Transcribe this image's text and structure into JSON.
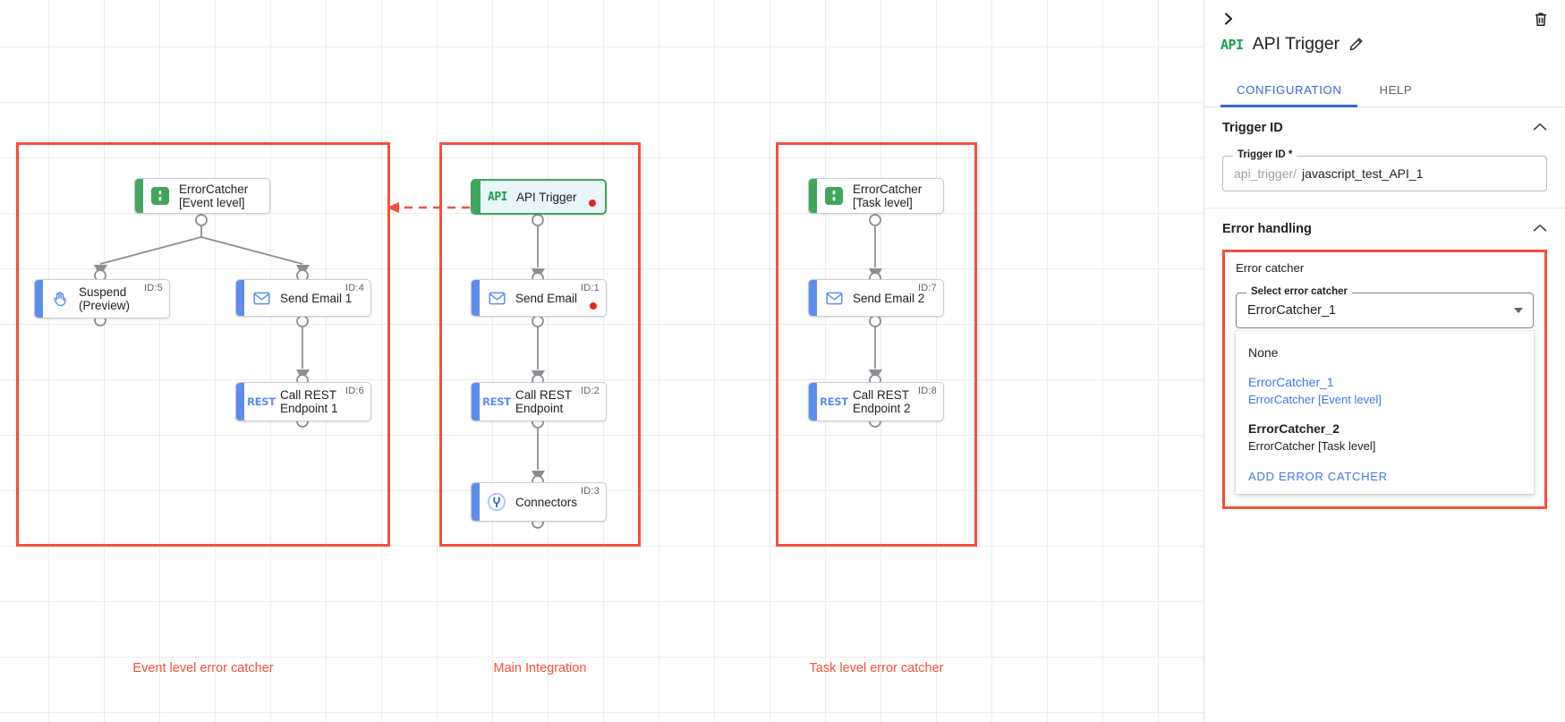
{
  "canvas": {
    "groups": [
      {
        "label": "Event level error catcher"
      },
      {
        "label": "Main Integration"
      },
      {
        "label": "Task level error catcher"
      }
    ],
    "nodes": [
      {
        "key": "errorcatcher_event",
        "title": "ErrorCatcher\n[Event level]",
        "icon": "error-catcher-icon",
        "id": "",
        "error": false
      },
      {
        "key": "suspend",
        "title": "Suspend\n(Preview)",
        "icon": "hand-icon",
        "id": "ID:5",
        "error": false
      },
      {
        "key": "send_email_1",
        "title": "Send Email 1",
        "icon": "envelope-icon",
        "id": "ID:4",
        "error": false
      },
      {
        "key": "call_rest_1",
        "title": "Call REST\nEndpoint 1",
        "icon": "rest-icon",
        "id": "ID:6",
        "error": false
      },
      {
        "key": "api_trigger",
        "title": "API Trigger",
        "icon": "api-icon",
        "id": "",
        "error": true
      },
      {
        "key": "send_email",
        "title": "Send Email",
        "icon": "envelope-icon",
        "id": "ID:1",
        "error": true
      },
      {
        "key": "call_rest",
        "title": "Call REST\nEndpoint",
        "icon": "rest-icon",
        "id": "ID:2",
        "error": false
      },
      {
        "key": "connectors",
        "title": "Connectors",
        "icon": "connectors-icon",
        "id": "ID:3",
        "error": false
      },
      {
        "key": "errorcatcher_task",
        "title": "ErrorCatcher\n[Task level]",
        "icon": "error-catcher-icon",
        "id": "",
        "error": false
      },
      {
        "key": "send_email_2",
        "title": "Send Email 2",
        "icon": "envelope-icon",
        "id": "ID:7",
        "error": false
      },
      {
        "key": "call_rest_2",
        "title": "Call REST\nEndpoint 2",
        "icon": "rest-icon",
        "id": "ID:8",
        "error": false
      }
    ],
    "rest_icon_label": "REST",
    "api_icon_label": "API"
  },
  "panel": {
    "collapse_icon": "chevron-right-icon",
    "delete_icon": "trash-icon",
    "title": "API Trigger",
    "title_icon": "api-icon",
    "edit_icon": "pencil-icon",
    "tabs": [
      {
        "label": "CONFIGURATION",
        "active": true
      },
      {
        "label": "HELP",
        "active": false
      }
    ],
    "trigger_id_section": {
      "title": "Trigger ID",
      "field_label": "Trigger ID *",
      "prefix": "api_trigger/",
      "value": "javascript_test_API_1"
    },
    "error_handling_section": {
      "title": "Error handling",
      "error_catcher_label": "Error catcher",
      "select_label": "Select error catcher",
      "selected_value": "ErrorCatcher_1",
      "options": [
        {
          "main": "None",
          "sub": "",
          "selected": false,
          "bold": false
        },
        {
          "main": "ErrorCatcher_1",
          "sub": "ErrorCatcher [Event level]",
          "selected": true,
          "bold": false
        },
        {
          "main": "ErrorCatcher_2",
          "sub": "ErrorCatcher [Task level]",
          "selected": false,
          "bold": true
        }
      ],
      "add_action": "ADD ERROR CATCHER"
    }
  },
  "colors": {
    "group_red": "#f4503c",
    "accent_blue": "#5b8dee",
    "accent_green": "#3fa65c",
    "error_dot": "#e8261c",
    "link_blue": "#3f77e8"
  }
}
